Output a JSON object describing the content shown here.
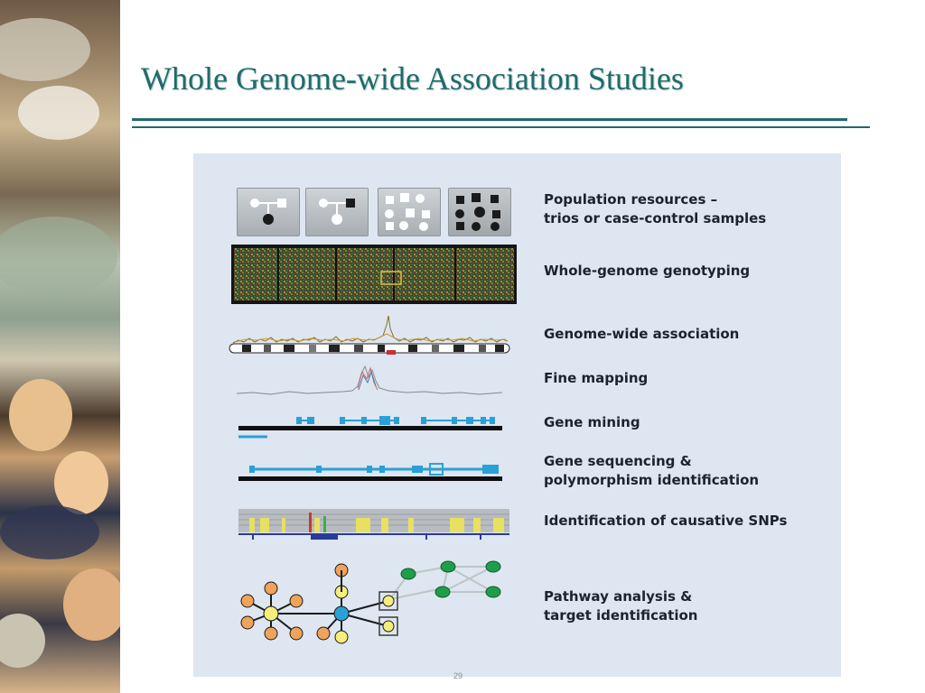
{
  "slide": {
    "title": "Whole Genome-wide Association Studies",
    "page_number": "29"
  },
  "diagram": {
    "steps": [
      {
        "line1": "Population resources –",
        "line2": "trios or case-control samples"
      },
      {
        "line1": "Whole-genome genotyping",
        "line2": ""
      },
      {
        "line1": "Genome-wide association",
        "line2": ""
      },
      {
        "line1": "Fine mapping",
        "line2": ""
      },
      {
        "line1": "Gene mining",
        "line2": ""
      },
      {
        "line1": "Gene sequencing &",
        "line2": "polymorphism identification"
      },
      {
        "line1": "Identification of causative SNPs",
        "line2": ""
      },
      {
        "line1": "Pathway analysis &",
        "line2": "target identification"
      }
    ]
  },
  "colors": {
    "title": "#1f6b6b",
    "panel_bg": "#dde6f1",
    "gene_blue": "#2aa0d8",
    "node_orange": "#f0a35a",
    "node_yellow": "#f5ee7a",
    "node_green": "#1f9e4a"
  }
}
